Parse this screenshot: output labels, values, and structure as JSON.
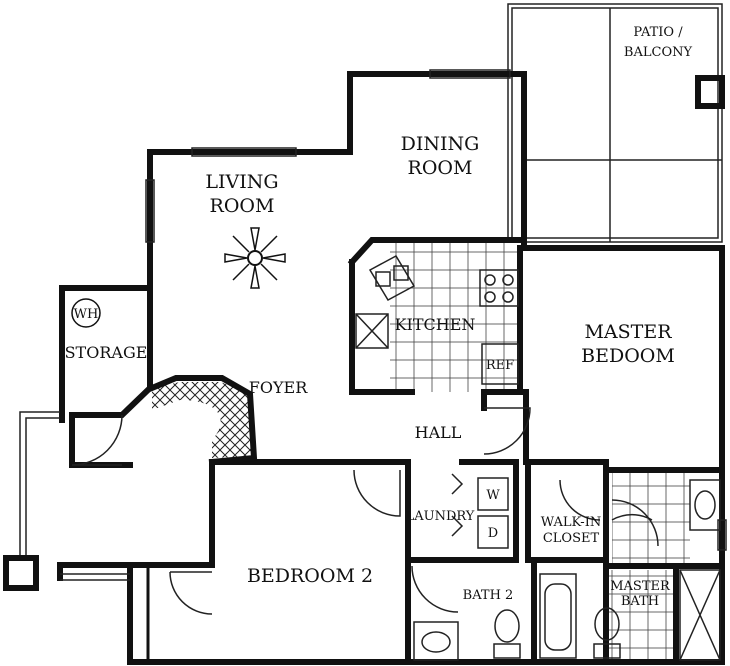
{
  "rooms": {
    "patio_line1": "PATIO /",
    "patio_line2": "BALCONY",
    "dining_line1": "DINING",
    "dining_line2": "ROOM",
    "living_line1": "LIVING",
    "living_line2": "ROOM",
    "kitchen": "KITCHEN",
    "ref": "REF",
    "master_line1": "MASTER",
    "master_line2": "BEDOOM",
    "storage": "STORAGE",
    "wh": "WH",
    "foyer": "FOYER",
    "hall": "HALL",
    "washer": "W",
    "dryer": "D",
    "laundry": "LAUNDRY",
    "walkin_line1": "WALK-IN",
    "walkin_line2": "CLOSET",
    "bedroom2": "BEDROOM 2",
    "bath2": "BATH 2",
    "master_bath_line1": "MASTER",
    "master_bath_line2": "BATH"
  },
  "colors": {
    "wall": "#111111",
    "background": "#ffffff"
  }
}
